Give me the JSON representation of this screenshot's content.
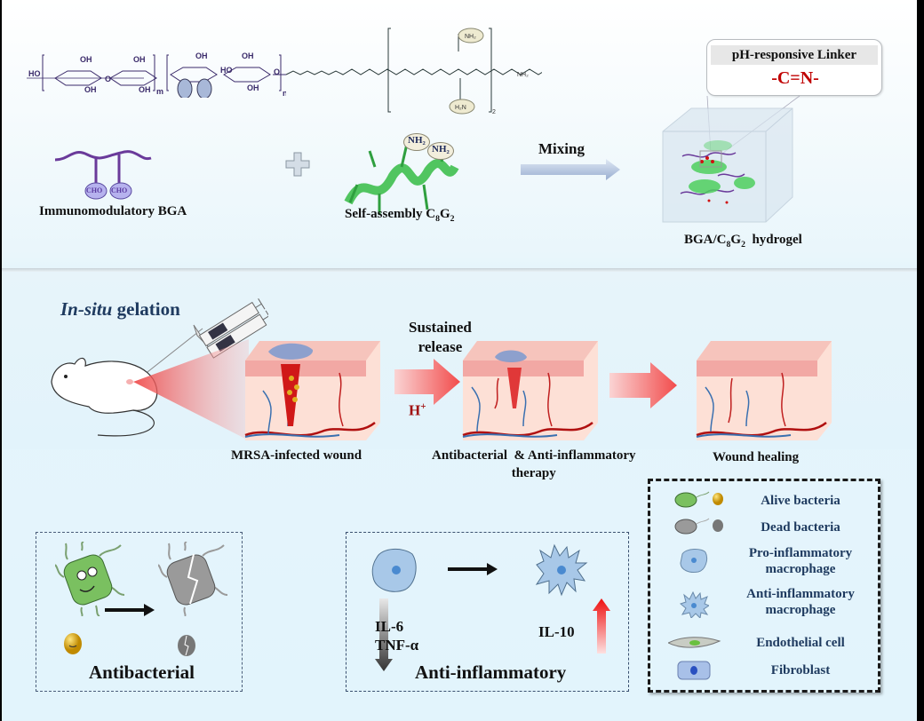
{
  "top_section": {
    "bga_structure": {
      "repeat_m": "m",
      "repeat_n": "n",
      "groups": [
        "HO",
        "OH",
        "O"
      ]
    },
    "peptide_structure": {
      "repeat": "2",
      "amine_label": "NH₂",
      "amine_label_alt": "H₂N"
    },
    "bga_label": "Immunomodulatory  BGA",
    "bga_groups": [
      "CHO",
      "CHO"
    ],
    "plus_icon": "plus-icon",
    "peptide_label_prefix": "Self-assembly C",
    "peptide_sub1": "8",
    "peptide_mid": "G",
    "peptide_sub2": "2",
    "peptide_amines": [
      "NH₂",
      "NH₂"
    ],
    "mixing_label": "Mixing",
    "hydrogel_label_prefix": "BGA/C",
    "hydrogel_sub1": "8",
    "hydrogel_mid": "G",
    "hydrogel_sub2": "2",
    "hydrogel_suffix": "  hydrogel",
    "callout_title": "pH-responsive Linker",
    "callout_bond": "-C=N-"
  },
  "middle_section": {
    "gelation_italic": "In-situ",
    "gelation_rest": " gelation",
    "sustained_line1": "Sustained",
    "sustained_line2": "release",
    "h_plus_base": "H",
    "h_plus_sup": "+",
    "stage1_label": "MRSA-infected wound",
    "stage2_label_line1": "Antibacterial  & Anti-inflammatory",
    "stage2_label_line2": "therapy",
    "stage3_label": "Wound healing"
  },
  "bottom_section": {
    "antibacterial_title": "Antibacterial",
    "antiinflammatory_title": "Anti-inflammatory",
    "down_cytokines": [
      "IL-6",
      "TNF-α"
    ],
    "up_cytokine": "IL-10"
  },
  "legend": {
    "items": [
      {
        "icon": "alive-bacteria-icon",
        "label": "Alive bacteria"
      },
      {
        "icon": "dead-bacteria-icon",
        "label": "Dead bacteria"
      },
      {
        "icon": "pro-inflammatory-macrophage-icon",
        "label": "Pro-inflammatory\nmacrophage"
      },
      {
        "icon": "anti-inflammatory-macrophage-icon",
        "label": "Anti-inflammatory\nmacrophage"
      },
      {
        "icon": "endothelial-cell-icon",
        "label": "Endothelial cell"
      },
      {
        "icon": "fibroblast-icon",
        "label": "Fibroblast"
      }
    ]
  },
  "colors": {
    "bga_purple": "#6a3a9a",
    "helix_green": "#3fbf4f",
    "bond_red": "#c00000",
    "legend_text": "#1e3a5f",
    "arrow_red": "#f25a5a"
  }
}
